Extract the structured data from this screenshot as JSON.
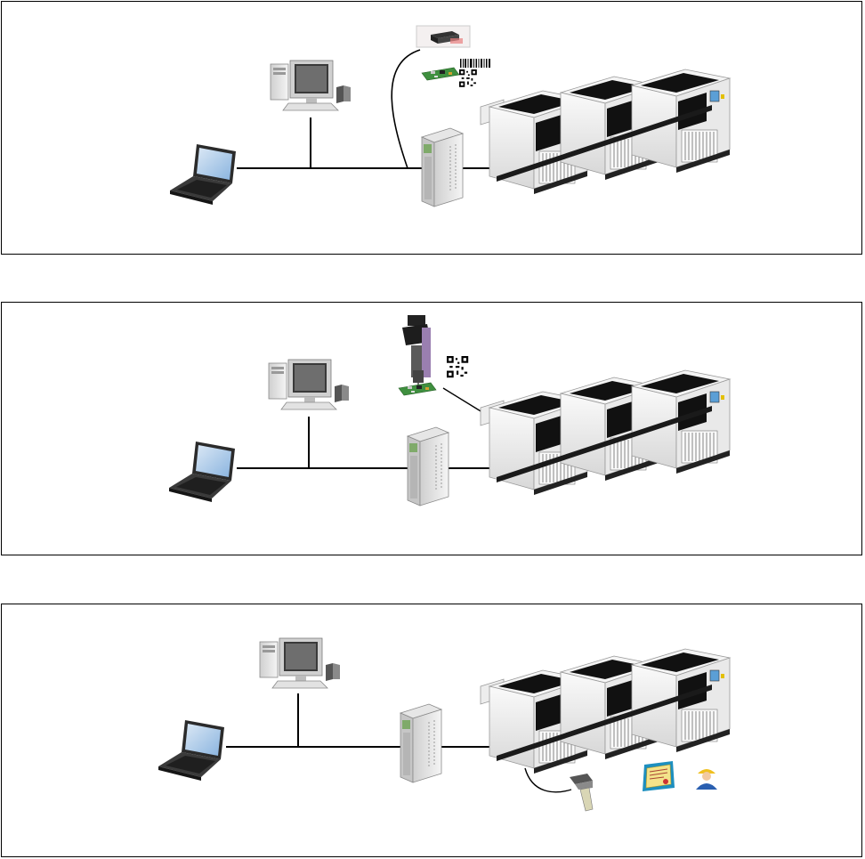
{
  "panels": [
    {
      "id": "barcode-reader-system",
      "devices": [
        "laptop-icon",
        "desktop-computer-icon",
        "server-tower-icon",
        "fixed-barcode-reader-icon",
        "pcb-board-icon",
        "barcode-label-icon",
        "qr-code-icon",
        "mounter-line-icon"
      ]
    },
    {
      "id": "head-camera-system",
      "devices": [
        "laptop-icon",
        "desktop-computer-icon",
        "server-tower-icon",
        "placement-head-camera-icon",
        "pcb-board-icon",
        "qr-code-icon",
        "mounter-line-icon"
      ]
    },
    {
      "id": "handheld-scanner-system",
      "devices": [
        "laptop-icon",
        "desktop-computer-icon",
        "server-tower-icon",
        "handheld-scanner-icon",
        "clipboard-document-icon",
        "operator-icon",
        "mounter-line-icon"
      ]
    }
  ],
  "colors": {
    "line": "#000000",
    "machine_body": "#f2f2f2",
    "machine_top": "#111111",
    "screen": "#9fc6e8",
    "pcb": "#3f8f3f",
    "clipboard": "#f3e38a"
  }
}
